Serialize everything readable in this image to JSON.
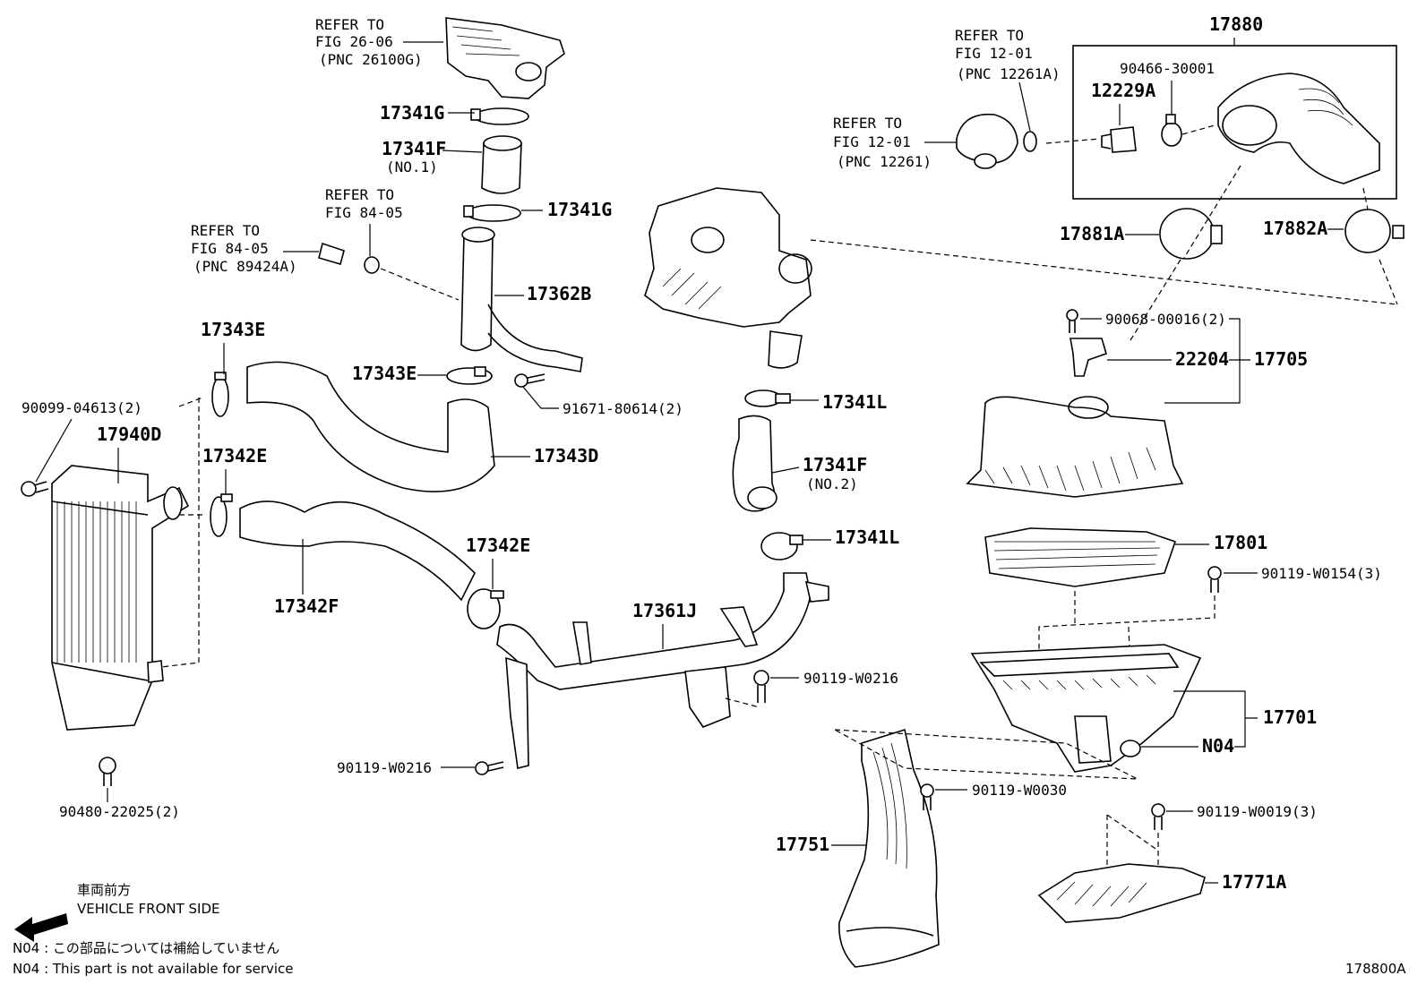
{
  "labels": {
    "ref_26_06": [
      "REFER TO",
      "FIG 26-06",
      "(PNC 26100G)"
    ],
    "ref_84_05_a": [
      "REFER TO",
      "FIG 84-05"
    ],
    "ref_84_05_b": [
      "REFER TO",
      "FIG 84-05",
      "(PNC 89424A)"
    ],
    "ref_12_01_a": [
      "REFER TO",
      "FIG 12-01",
      "(PNC 12261A)"
    ],
    "ref_12_01_b": [
      "REFER TO",
      "FIG 12-01",
      "(PNC 12261)"
    ],
    "p17341G_top": "17341G",
    "p17341F_1": "17341F",
    "p17341F_1_sub": "(NO.1)",
    "p17341G_mid": "17341G",
    "p17362B": "17362B",
    "p17343E_top": "17343E",
    "p17343E_mid": "17343E",
    "p91671": "91671-80614(2)",
    "p90099": "90099-04613(2)",
    "p17940D": "17940D",
    "p17342E_left": "17342E",
    "p17343D": "17343D",
    "p17342E_mid": "17342E",
    "p17342F": "17342F",
    "p17361J": "17361J",
    "p90119_W0216_a": "90119-W0216",
    "p90119_W0216_b": "90119-W0216",
    "p90480": "90480-22025(2)",
    "p17341L_top": "17341L",
    "p17341F_2": "17341F",
    "p17341F_2_sub": "(NO.2)",
    "p17341L_bot": "17341L",
    "p17880": "17880",
    "p90466": "90466-30001",
    "p12229A": "12229A",
    "p17881A": "17881A",
    "p17882A": "17882A",
    "p90068": "90068-00016(2)",
    "p22204": "22204",
    "p17705": "17705",
    "p17801": "17801",
    "p90119_W0154": "90119-W0154(3)",
    "p17701": "17701",
    "pN04": "N04",
    "p90119_W0030": "90119-W0030",
    "p17751": "17751",
    "p90119_W0019": "90119-W0019(3)",
    "p17771A": "17771A"
  },
  "legend": {
    "front_jp": "車両前方",
    "front_en": "VEHICLE FRONT SIDE",
    "note_jp": "N04 : この部品については補給していません",
    "note_en": "N04 : This part is not available for service"
  },
  "figure_id": "178800A"
}
